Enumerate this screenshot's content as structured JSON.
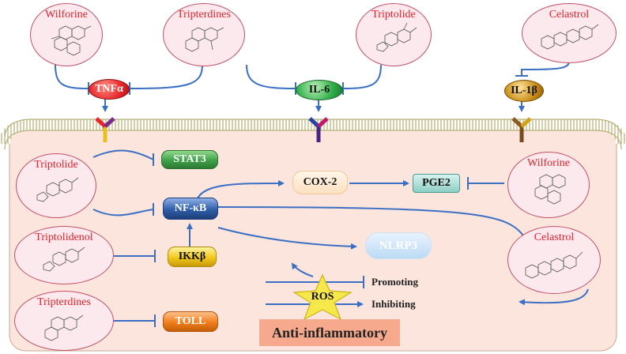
{
  "compounds": {
    "wilforine_top": "Wilforine",
    "tripterdines_top": "Tripterdines",
    "triptolide_top": "Triptolide",
    "celastrol_top": "Celastrol",
    "triptolide_left": "Triptolide",
    "triptolidenol_left": "Triptolidenol",
    "tripterdines_left": "Tripterdines",
    "wilforine_right": "Wilforine",
    "celastrol_right": "Celastrol"
  },
  "cytokines": {
    "tnf": "TNFα",
    "il6": "IL-6",
    "il1b": "IL-1β"
  },
  "targets": {
    "stat3": "STAT3",
    "nfkb": "NF-κB",
    "ikkb": "IKKβ",
    "toll": "TOLL",
    "cox2": "COX-2",
    "pge2": "PGE2",
    "nlrp3": "NLRP3",
    "ros": "ROS"
  },
  "legend": {
    "promoting": "Promoting",
    "inhibiting": "Inhibiting"
  },
  "footer": {
    "anti_inflammatory": "Anti-inflammatory"
  },
  "colors": {
    "arrow": "#3a6fc4",
    "cell_fill": "#fbe5dc",
    "compound_name": "#e8202a",
    "tnf_fill": "#e8262a",
    "il6_fill": "#2fae49",
    "il1b_fill": "#c78b12",
    "nfkb_fill": "#2f5ea8",
    "stat3_fill": "#3fa04a",
    "toll_fill": "#f07e1a",
    "ikkb_fill": "#f2c81a",
    "ros_fill": "#f6e84a",
    "anti_fill": "#f6a98c"
  }
}
